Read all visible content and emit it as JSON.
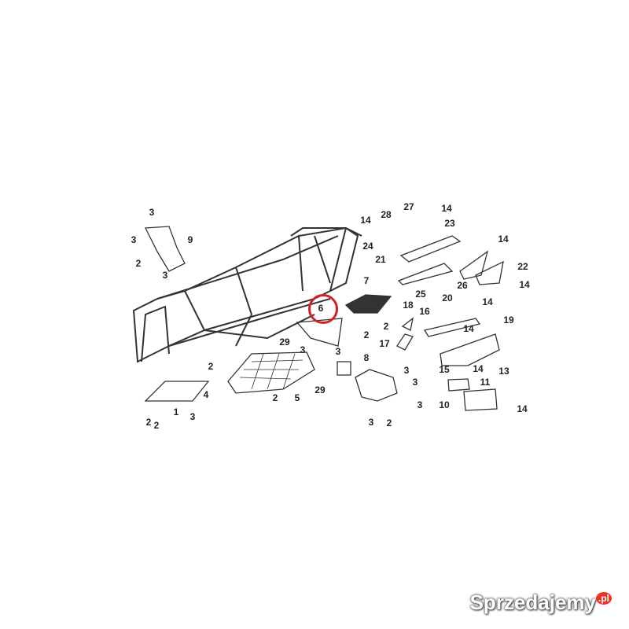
{
  "diagram": {
    "callouts": [
      "3",
      "3",
      "9",
      "2",
      "3",
      "29",
      "2",
      "4",
      "1",
      "3",
      "2",
      "2",
      "2",
      "5",
      "29",
      "6",
      "3",
      "3",
      "14",
      "28",
      "27",
      "14",
      "23",
      "24",
      "21",
      "14",
      "22",
      "26",
      "14",
      "25",
      "7",
      "2",
      "2",
      "18",
      "20",
      "14",
      "16",
      "19",
      "14",
      "17",
      "15",
      "14",
      "8",
      "3",
      "3",
      "3",
      "3",
      "2",
      "13",
      "11",
      "10",
      "14"
    ],
    "highlighted_part": "6",
    "highlight_color": "#d42020"
  },
  "watermark": {
    "text": "Sprzedajemy",
    "suffix": ".pl"
  }
}
